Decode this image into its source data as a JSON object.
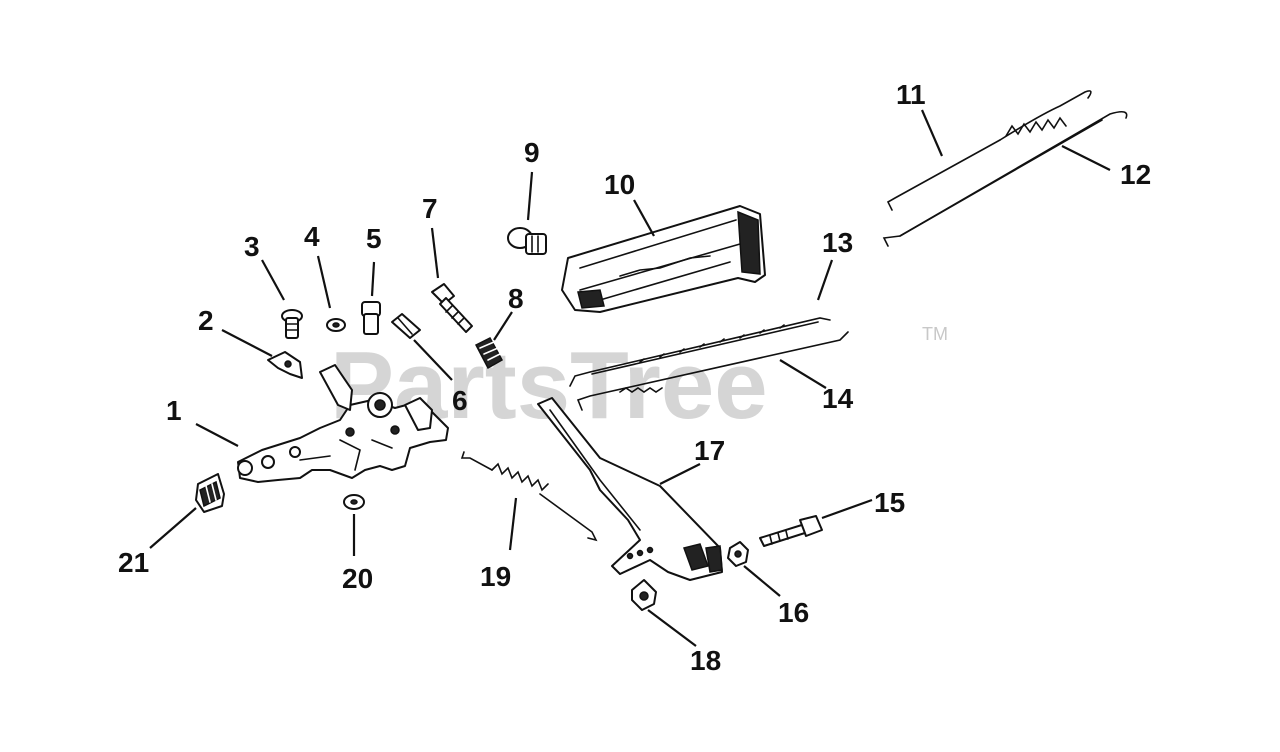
{
  "watermark": {
    "text": "PartsTree",
    "trademark": "TM"
  },
  "callouts": [
    {
      "id": "1",
      "label": "1"
    },
    {
      "id": "2",
      "label": "2"
    },
    {
      "id": "3",
      "label": "3"
    },
    {
      "id": "4",
      "label": "4"
    },
    {
      "id": "5",
      "label": "5"
    },
    {
      "id": "6",
      "label": "6"
    },
    {
      "id": "7",
      "label": "7"
    },
    {
      "id": "8",
      "label": "8"
    },
    {
      "id": "9",
      "label": "9"
    },
    {
      "id": "10",
      "label": "10"
    },
    {
      "id": "11",
      "label": "11"
    },
    {
      "id": "12",
      "label": "12"
    },
    {
      "id": "13",
      "label": "13"
    },
    {
      "id": "14",
      "label": "14"
    },
    {
      "id": "15",
      "label": "15"
    },
    {
      "id": "16",
      "label": "16"
    },
    {
      "id": "17",
      "label": "17"
    },
    {
      "id": "18",
      "label": "18"
    },
    {
      "id": "19",
      "label": "19"
    },
    {
      "id": "20",
      "label": "20"
    },
    {
      "id": "21",
      "label": "21"
    }
  ]
}
